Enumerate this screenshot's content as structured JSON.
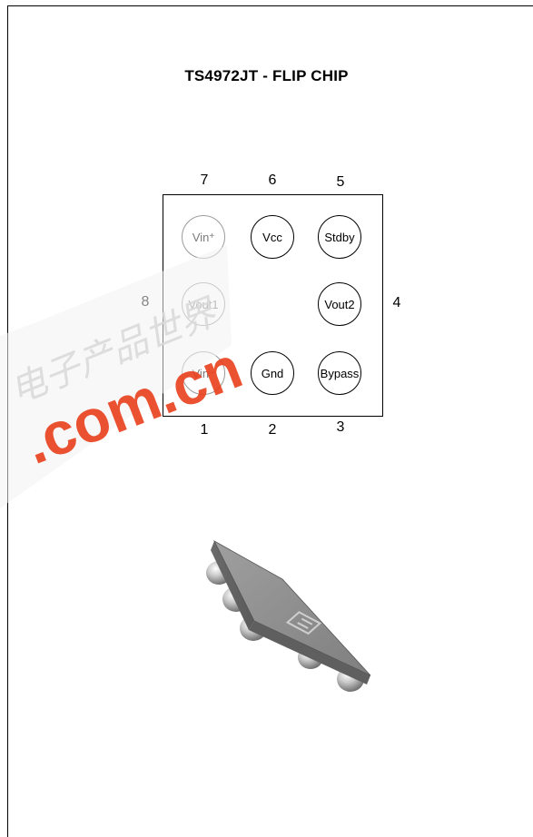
{
  "title": "TS4972JT - FLIP CHIP",
  "pins_top": [
    "7",
    "6",
    "5"
  ],
  "pins_bottom": [
    "1",
    "2",
    "3"
  ],
  "pin_left": "8",
  "pin_right": "4",
  "balls": {
    "vin_plus": {
      "base": "Vin",
      "mark": "+"
    },
    "vcc": "Vcc",
    "stdby": "Stdby",
    "vout1": "Vout1",
    "vout2": "Vout2",
    "vin_minus": {
      "base": "Vin",
      "mark": "−"
    },
    "gnd": "Gnd",
    "bypass": "Bypass"
  },
  "watermark": {
    "chinese": "电子产品世界",
    "domain": ".com.cn",
    "color": "#e8401c"
  }
}
